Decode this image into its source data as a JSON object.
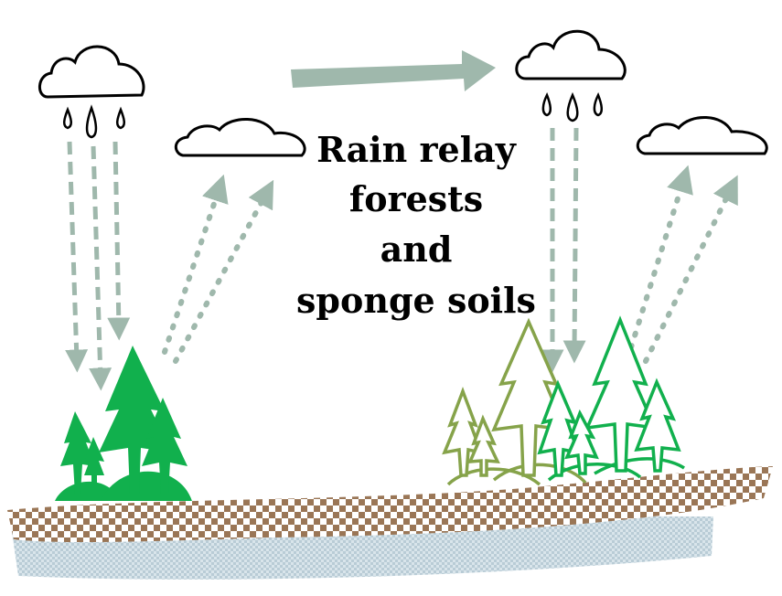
{
  "title": {
    "lines": [
      "Rain relay",
      "forests",
      "and",
      "sponge soils"
    ]
  },
  "colors": {
    "arrow": "#9fb8ac",
    "forest_dark": "#11b04d",
    "forest_olive": "#86a34a",
    "soil": "#9a7656",
    "water": "#b9ccd6",
    "outline": "#000000"
  },
  "icons": {
    "rain_cloud": "cloud-rain-icon",
    "cloud": "cloud-icon",
    "raindrop": "raindrop-icon",
    "tree": "conifer-tree-icon"
  }
}
